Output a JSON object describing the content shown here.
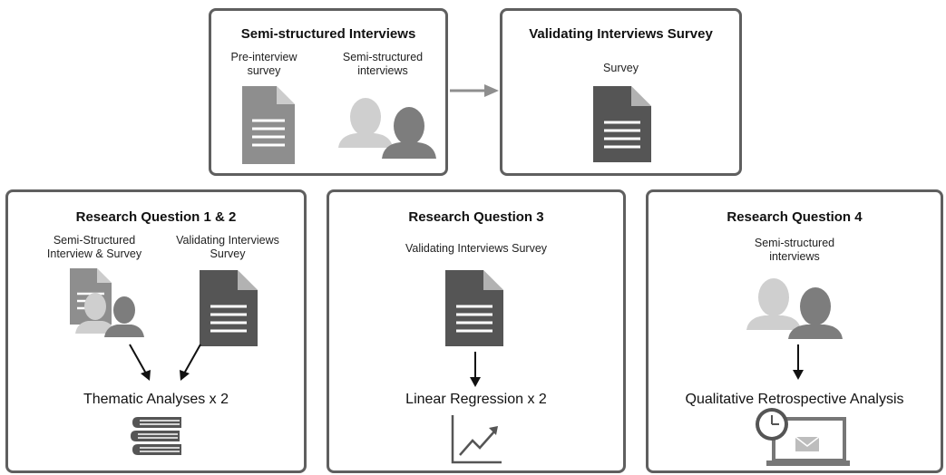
{
  "top_left": {
    "title": "Semi-structured Interviews",
    "pre_label_1": "Pre-interview",
    "pre_label_2": "survey",
    "semi_label_1": "Semi-structured",
    "semi_label_2": "interviews"
  },
  "top_right": {
    "title": "Validating Interviews Survey",
    "survey_label": "Survey"
  },
  "rq12": {
    "title": "Research Question 1 & 2",
    "left_label_1": "Semi-Structured",
    "left_label_2": "Interview & Survey",
    "right_label_1": "Validating Interviews",
    "right_label_2": "Survey",
    "result": "Thematic Analyses x 2"
  },
  "rq3": {
    "title": "Research Question 3",
    "label": "Validating Interviews Survey",
    "result": "Linear Regression x 2"
  },
  "rq4": {
    "title": "Research Question 4",
    "label_1": "Semi-structured",
    "label_2": "interviews",
    "result": "Qualitative Retrospective Analysis"
  },
  "colors": {
    "border": "#5f5f5f",
    "doc_light": "#8e8e8e",
    "doc_dark": "#555555",
    "person_light": "#cfcfcf",
    "person_dark": "#7d7d7d"
  }
}
